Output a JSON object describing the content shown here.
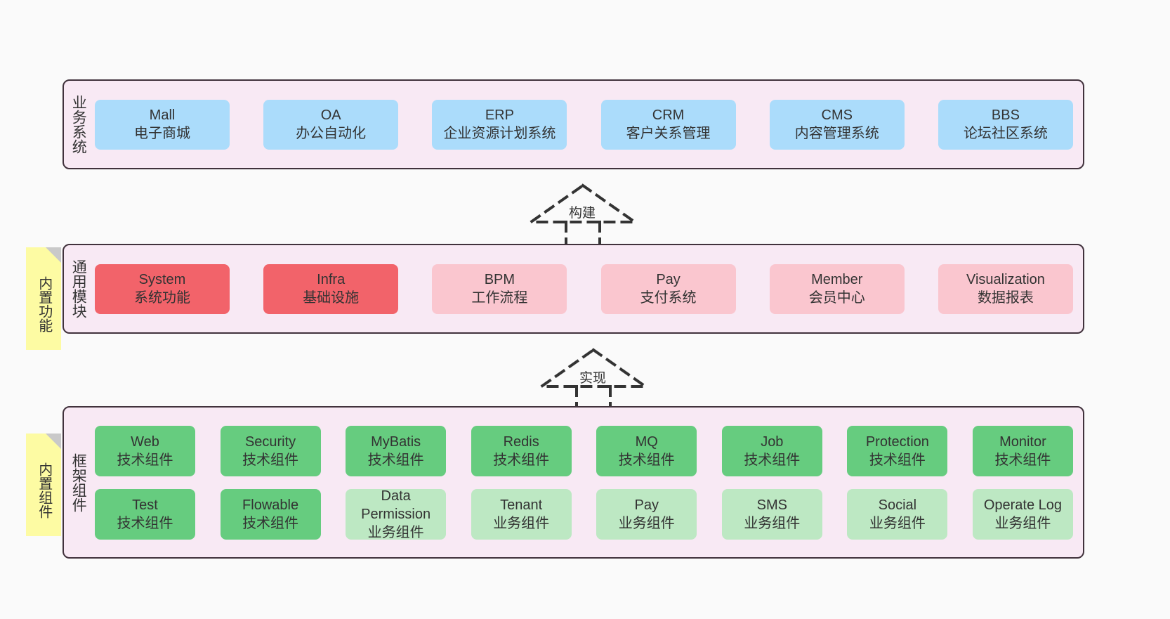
{
  "diagram": {
    "layers": [
      {
        "id": "business",
        "label": "业务系统",
        "cards": [
          {
            "title": "Mall",
            "subtitle": "电子商城"
          },
          {
            "title": "OA",
            "subtitle": "办公自动化"
          },
          {
            "title": "ERP",
            "subtitle": "企业资源计划系统"
          },
          {
            "title": "CRM",
            "subtitle": "客户关系管理"
          },
          {
            "title": "CMS",
            "subtitle": "内容管理系统"
          },
          {
            "title": "BBS",
            "subtitle": "论坛社区系统"
          }
        ]
      },
      {
        "id": "common",
        "label": "通用模块",
        "cards": [
          {
            "title": "System",
            "subtitle": "系统功能"
          },
          {
            "title": "Infra",
            "subtitle": "基础设施"
          },
          {
            "title": "BPM",
            "subtitle": "工作流程"
          },
          {
            "title": "Pay",
            "subtitle": "支付系统"
          },
          {
            "title": "Member",
            "subtitle": "会员中心"
          },
          {
            "title": "Visualization",
            "subtitle": "数据报表"
          }
        ]
      },
      {
        "id": "framework",
        "label": "框架组件",
        "row1": [
          {
            "title": "Web",
            "subtitle": "技术组件"
          },
          {
            "title": "Security",
            "subtitle": "技术组件"
          },
          {
            "title": "MyBatis",
            "subtitle": "技术组件"
          },
          {
            "title": "Redis",
            "subtitle": "技术组件"
          },
          {
            "title": "MQ",
            "subtitle": "技术组件"
          },
          {
            "title": "Job",
            "subtitle": "技术组件"
          },
          {
            "title": "Protection",
            "subtitle": "技术组件"
          },
          {
            "title": "Monitor",
            "subtitle": "技术组件"
          }
        ],
        "row2": [
          {
            "title": "Test",
            "subtitle": "技术组件"
          },
          {
            "title": "Flowable",
            "subtitle": "技术组件"
          },
          {
            "title": "Data Permission",
            "subtitle": "业务组件"
          },
          {
            "title": "Tenant",
            "subtitle": "业务组件"
          },
          {
            "title": "Pay",
            "subtitle": "业务组件"
          },
          {
            "title": "SMS",
            "subtitle": "业务组件"
          },
          {
            "title": "Social",
            "subtitle": "业务组件"
          },
          {
            "title": "Operate Log",
            "subtitle": "业务组件"
          }
        ]
      }
    ],
    "notes": [
      {
        "id": "note-common",
        "text": "内置功能"
      },
      {
        "id": "note-framework",
        "text": "内置组件"
      }
    ],
    "connectors": [
      {
        "id": "arrow-build",
        "label": "构建"
      },
      {
        "id": "arrow-impl",
        "label": "实现"
      }
    ],
    "colors": {
      "panel_bg": "#f8e9f4",
      "panel_border": "#41323c",
      "blue": "#abdcfb",
      "red": "#f2636a",
      "pink": "#fac6cf",
      "green": "#66cc7f",
      "light_green": "#bde8c3",
      "note_yellow": "#fdfba3",
      "canvas_bg": "#fafafa"
    }
  }
}
